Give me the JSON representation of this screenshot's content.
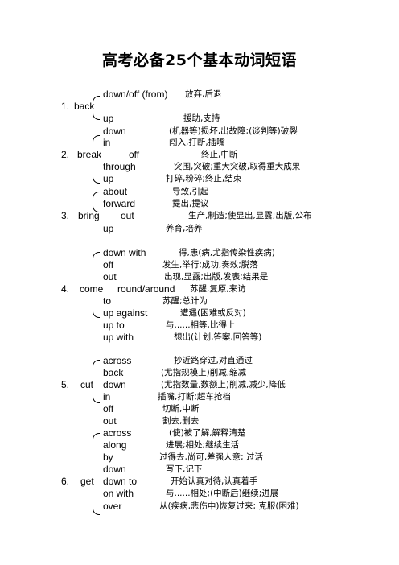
{
  "title": "高考必备25个基本动词短语",
  "groups": [
    {
      "verb_num": "1.",
      "verb": "back",
      "verb_particle": "",
      "verb_particle_cn": "",
      "items": [
        {
          "en": "down/off (from)",
          "cn": "放弃,后退"
        },
        {
          "en": "up",
          "cn": "援助,支持"
        }
      ]
    },
    {
      "verb_num": "2.",
      "verb": "break",
      "verb_particle": "off",
      "verb_particle_cn": "终止,中断",
      "items": [
        {
          "en": "down",
          "cn": "(机器等)损坏,出故障;(谈判等)破裂"
        },
        {
          "en": "in",
          "cn": "闯入,打断,插嘴"
        },
        {
          "en": "through",
          "cn": "突围,突破;重大突破,取得重大成果"
        },
        {
          "en": "up",
          "cn": "打碎,粉碎;终止,结束"
        }
      ]
    },
    {
      "verb_num": "3.",
      "verb": "bring",
      "verb_particle": "out",
      "verb_particle_cn": "生产,制造;使显出,显露;出版,公布",
      "items": [
        {
          "en": "about",
          "cn": "导致,引起"
        },
        {
          "en": "forward",
          "cn": "提出,提议"
        },
        {
          "en": "up",
          "cn": "养育,培养"
        }
      ]
    },
    {
      "verb_num": "4.",
      "verb": "come",
      "verb_particle": "round/around",
      "verb_particle_cn": "苏醒,复原,来访",
      "items": [
        {
          "en": "down with",
          "cn": "得,患(病,尤指传染性疾病)"
        },
        {
          "en": "off",
          "cn": "发生,举行;成功,奏效;脱落"
        },
        {
          "en": "out",
          "cn": "出现,显露;出版,发表;结果是"
        },
        {
          "en": "to",
          "cn": "苏醒;总计为"
        },
        {
          "en": "up against",
          "cn": "遭遇(困难或反对)"
        },
        {
          "en": "up to",
          "cn": "与......相等,比得上"
        },
        {
          "en": "up with",
          "cn": "想出(计划,答案,回答等)"
        }
      ]
    },
    {
      "verb_num": "5.",
      "verb": "cut",
      "verb_particle": "down",
      "verb_particle_cn": "(尤指数量,数额上)削减,减少,降低",
      "items": [
        {
          "en": "across",
          "cn": "抄近路穿过,对直通过"
        },
        {
          "en": "back",
          "cn": "(尤指规模上)削减,缩减"
        },
        {
          "en": "in",
          "cn": "插嘴,打断;超车抢档"
        },
        {
          "en": "off",
          "cn": "切断,中断"
        },
        {
          "en": "out",
          "cn": "割去,删去"
        }
      ]
    },
    {
      "verb_num": "6.",
      "verb": "get",
      "verb_particle": "down to",
      "verb_particle_cn": "开始认真对待,认真着手",
      "items": [
        {
          "en": "across",
          "cn": "(使)被了解,解释清楚"
        },
        {
          "en": "along",
          "cn": "进展;相处;继续生活"
        },
        {
          "en": "by",
          "cn": "过得去,尚可,差强人意; 过活"
        },
        {
          "en": "down",
          "cn": "写下,记下"
        },
        {
          "en": "on with",
          "cn": "与......相处;(中断后)继续;进展"
        },
        {
          "en": "over",
          "cn": "从(疾病,悲伤中)恢复过来; 克服(困难)"
        }
      ]
    }
  ]
}
